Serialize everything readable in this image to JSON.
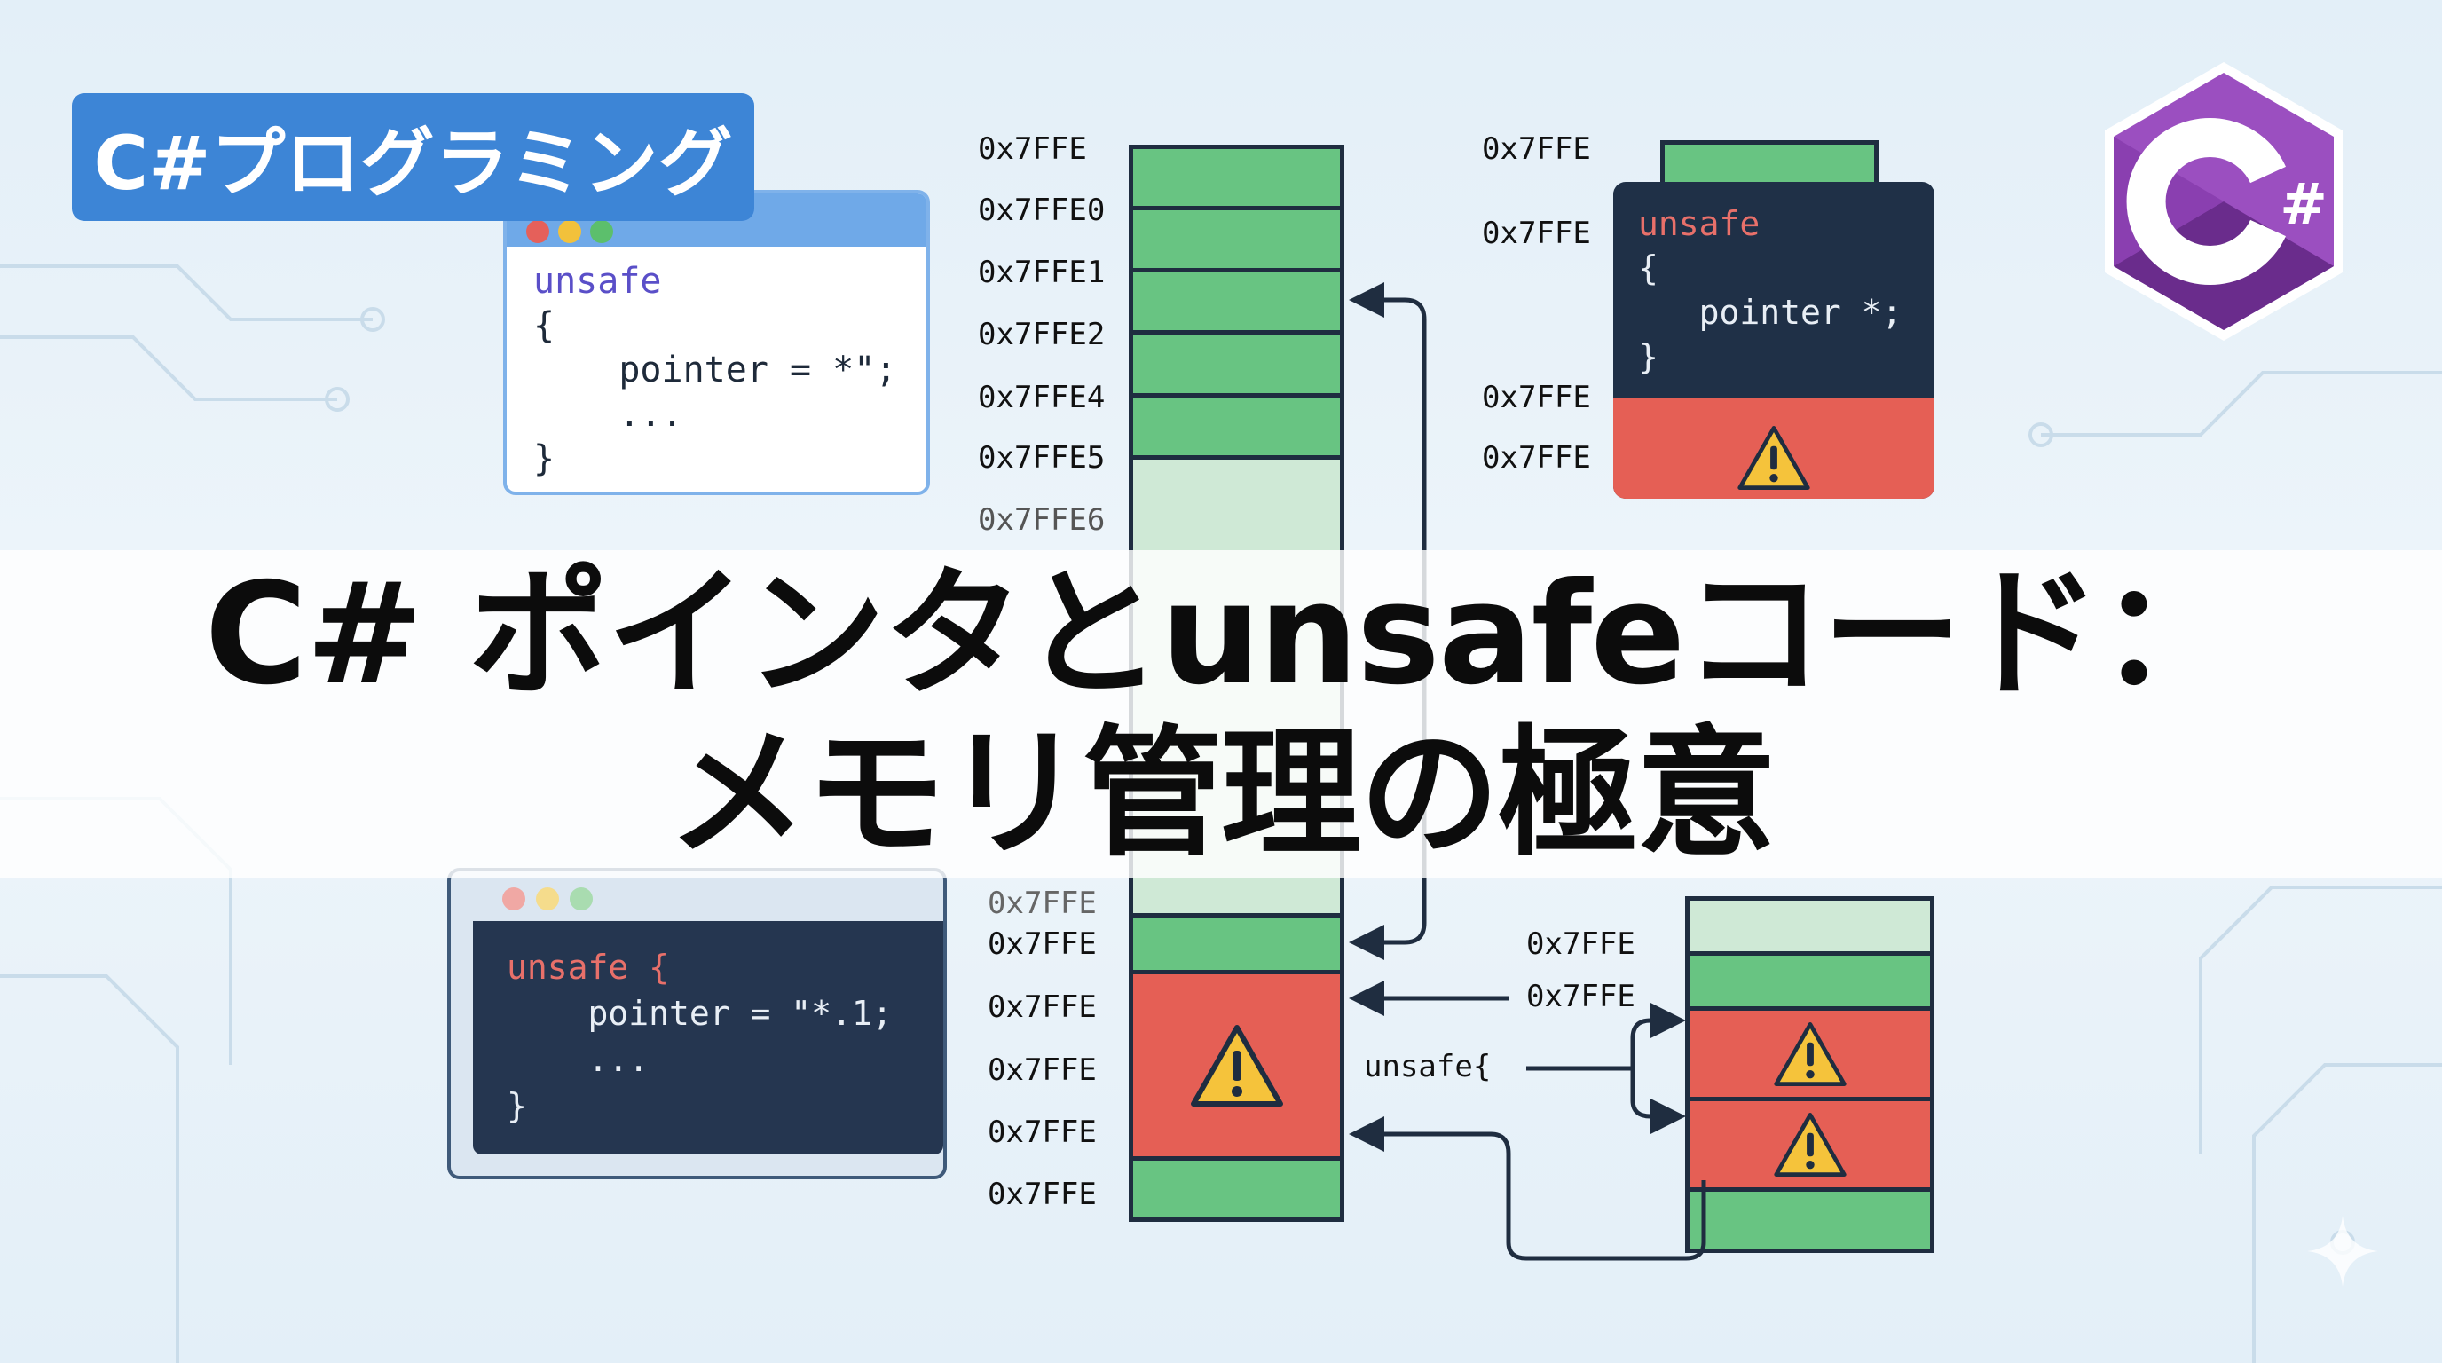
{
  "badge": {
    "label": "C#プログラミング"
  },
  "title": {
    "line1": "C# ポインタとunsafeコード：",
    "line2": "メモリ管理の極意"
  },
  "code_window_top": {
    "lines": [
      "unsafe",
      "{",
      "    pointer = *\";",
      "    ...",
      "}"
    ]
  },
  "code_window_dark": {
    "lines": [
      "unsafe",
      "{",
      "   pointer *;",
      "}"
    ]
  },
  "code_window_bottom": {
    "lines": [
      "unsafe {",
      "    pointer = \"*.1;",
      "    ...",
      "}"
    ]
  },
  "stack_labels_left_top": [
    "0x7FFE",
    "0x7FFE0",
    "0x7FFE1",
    "0x7FFE2",
    "0x7FFE4",
    "0x7FFE5",
    "0x7FFE6"
  ],
  "stack_labels_left_bottom": [
    "0x7FFE",
    "0x7FFE",
    "0x7FFE",
    "0x7FFE",
    "0x7FFE",
    "0x7FFE"
  ],
  "stack_labels_right_top": [
    "0x7FFE",
    "0x7FFE",
    "0x7FFE",
    "0x7FFE"
  ],
  "stack_labels_right_bottom": [
    "0x7FFE",
    "0x7FFE"
  ],
  "arrow_label": "unsafe{",
  "logo": {
    "text": "C#"
  },
  "colors": {
    "safe": "#68c482",
    "unsafe": "#e55f55",
    "warning": "#f5c33b",
    "badge": "#3d85d6",
    "logo": "#7b3fa0"
  }
}
